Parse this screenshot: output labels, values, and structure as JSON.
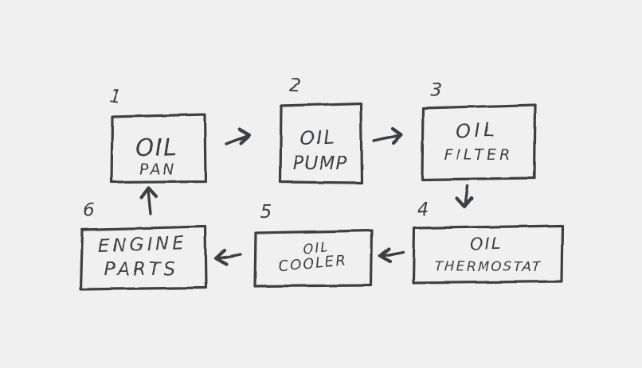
{
  "diagram": {
    "description": "Hand-drawn engine oil flow diagram with six numbered boxes connected by arrows in a loop",
    "colors": {
      "background": "#f0f0f1",
      "ink": "#3c3f42"
    },
    "nodes": [
      {
        "number": "1",
        "line1": "OIL",
        "line2": "PAN"
      },
      {
        "number": "2",
        "line1": "OIL",
        "line2": "PUMP"
      },
      {
        "number": "3",
        "line1": "OIL",
        "line2": "FILTER"
      },
      {
        "number": "4",
        "line1": "OIL",
        "line2": "THERMOSTAT"
      },
      {
        "number": "5",
        "line1": "OIL",
        "line2": "COOLER"
      },
      {
        "number": "6",
        "line1": "ENGINE",
        "line2": "PARTS"
      }
    ],
    "edges": [
      {
        "from": "1",
        "to": "2",
        "direction": "right"
      },
      {
        "from": "2",
        "to": "3",
        "direction": "right"
      },
      {
        "from": "3",
        "to": "4",
        "direction": "down"
      },
      {
        "from": "4",
        "to": "5",
        "direction": "left"
      },
      {
        "from": "5",
        "to": "6",
        "direction": "left"
      },
      {
        "from": "6",
        "to": "1",
        "direction": "up"
      }
    ]
  }
}
